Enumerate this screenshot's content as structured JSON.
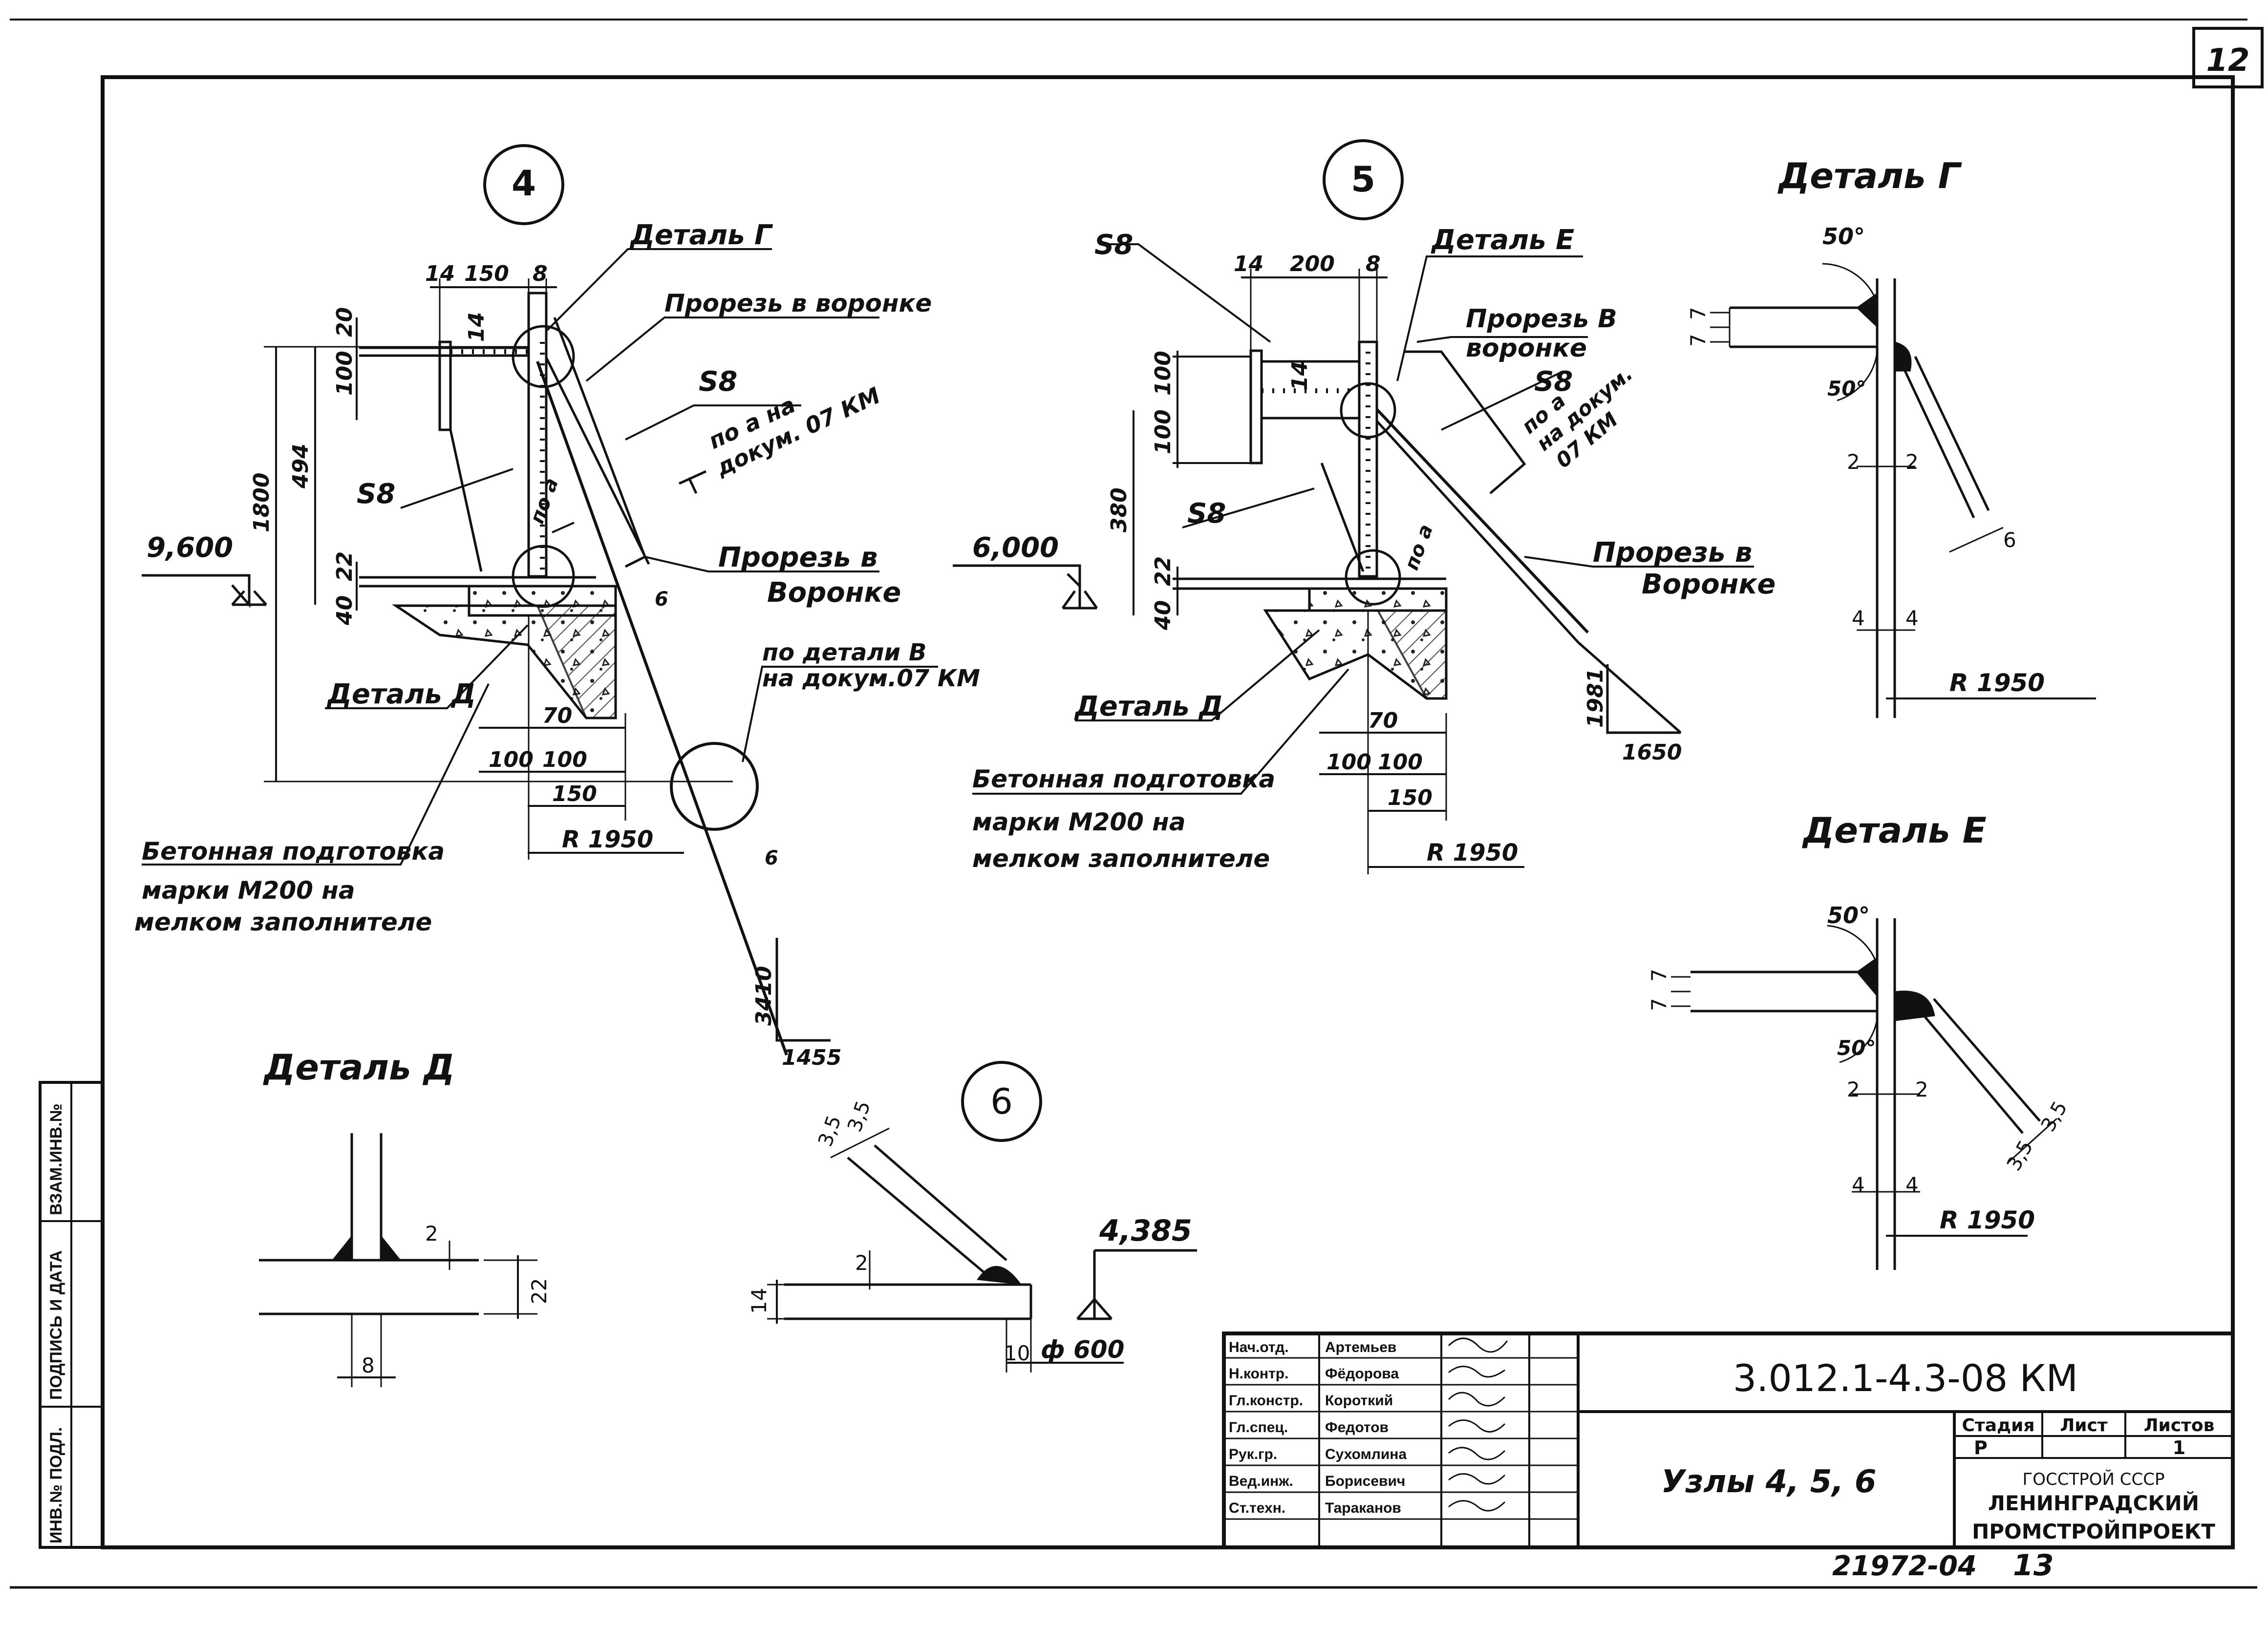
{
  "sheet": {
    "sheet_number": "12",
    "bottom_code": "21972-04",
    "bottom_page": "13"
  },
  "side_stamp": {
    "cells": [
      "ВЗАМ.ИНВ.№",
      "ПОДПИСЬ И ДАТА",
      "ИНВ.№ ПОДЛ."
    ]
  },
  "node4": {
    "number": "4",
    "detail_g": "Деталь Г",
    "cutout_1": "Прорезь в воронке",
    "s8_a": "S8",
    "weld_note_1": "по а на",
    "weld_note_2": "докум. 07 КМ",
    "s8_b": "S8",
    "weld_small": "по а",
    "cutout_2_a": "Прорезь в",
    "cutout_2_b": "Воронке",
    "level": "9,600",
    "detail_d": "Деталь Д",
    "detail_v_1": "по детали В",
    "detail_v_2": "на докум.07 КМ",
    "concrete_1": "Бетонная подготовка",
    "concrete_2": "марки М200 на",
    "concrete_3": "мелком заполнителе",
    "dims": {
      "d14": "14",
      "d150": "150",
      "d8": "8",
      "d20": "20",
      "d14v": "14",
      "d100": "100",
      "d1800": "1800",
      "d494": "494",
      "d22": "22",
      "d40": "40",
      "d70": "70",
      "d100a": "100",
      "d100b": "100",
      "d150b": "150",
      "r1950": "R 1950",
      "d6a": "6",
      "d6b": "6",
      "d3410": "3410",
      "d1455": "1455"
    }
  },
  "node5": {
    "number": "5",
    "s8_top": "S8",
    "detail_e": "Деталь Е",
    "cutout_1_a": "Прорезь В",
    "cutout_1_b": "воронке",
    "s8_right": "S8",
    "weld_note_1": "по а",
    "weld_note_2": "на докум.",
    "weld_note_3": "07 КМ",
    "s8_mid": "S8",
    "weld_small": "по а",
    "cutout_2_a": "Прорезь в",
    "cutout_2_b": "Воронке",
    "level": "6,000",
    "detail_d": "Деталь Д",
    "concrete_1": "Бетонная подготовка",
    "concrete_2": "марки М200 на",
    "concrete_3": "мелком заполнителе",
    "dims": {
      "d14": "14",
      "d200": "200",
      "d8": "8",
      "d100a": "100",
      "d100b": "100",
      "d14v": "14",
      "d380": "380",
      "d22": "22",
      "d40": "40",
      "d70": "70",
      "d100c": "100",
      "d100d": "100",
      "d150": "150",
      "r1950": "R 1950",
      "d1981": "1981",
      "d1650": "1650"
    }
  },
  "detail_g": {
    "title": "Деталь Г",
    "a50_top": "50°",
    "a50_bot": "50°",
    "d7a": "7",
    "d7b": "7",
    "d2a": "2",
    "d2b": "2",
    "d6": "6",
    "d4a": "4",
    "d4b": "4",
    "r1950": "R 1950"
  },
  "detail_e": {
    "title": "Деталь Е",
    "a50_top": "50°",
    "a50_bot": "50°",
    "d7a": "7",
    "d7b": "7",
    "d2a": "2",
    "d2b": "2",
    "d35a": "3,5",
    "d35b": "3,5",
    "d4a": "4",
    "d4b": "4",
    "r1950": "R 1950"
  },
  "detail_d": {
    "title": "Деталь Д",
    "d2": "2",
    "d22": "22",
    "d8": "8"
  },
  "node6": {
    "number": "6",
    "d35a": "3,5",
    "d35b": "3,5",
    "d2": "2",
    "d14": "14",
    "level": "4,385",
    "d10": "10",
    "diam": "ф 600"
  },
  "title_block": {
    "roles": [
      "Нач.отд.",
      "Н.контр.",
      "Гл.констр.",
      "Гл.спец.",
      "Рук.гр.",
      "Вед.инж.",
      "Ст.техн."
    ],
    "names": [
      "Артемьев",
      "Фёдорова",
      "Короткий",
      "Федотов",
      "Сухомлина",
      "Борисевич",
      "Тараканов"
    ],
    "doc_code": "3.012.1-4.3-08 КМ",
    "title": "Узлы 4, 5, 6",
    "stage_label": "Стадия",
    "sheet_label": "Лист",
    "sheets_label": "Листов",
    "stage": "Р",
    "sheet": "",
    "sheets": "1",
    "org_1": "ГОССТРОЙ СССР",
    "org_2": "ЛЕНИНГРАДСКИЙ",
    "org_3": "ПРОМСТРОЙПРОЕКТ"
  }
}
